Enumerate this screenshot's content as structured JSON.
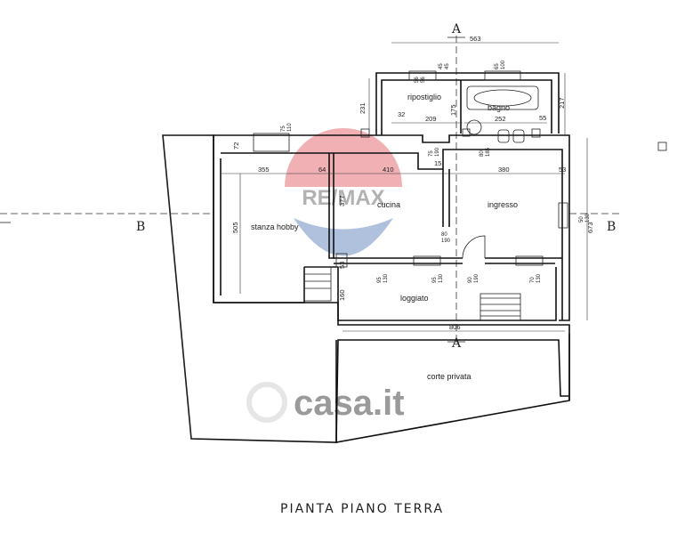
{
  "sheet": {
    "title": "PIANTA PIANO TERRA",
    "section_labels": {
      "a_top": "A",
      "a_bottom": "A",
      "b_left": "B",
      "b_right": "B"
    }
  },
  "rooms": {
    "ripostiglio": "ripostiglio",
    "bagno": "bagno",
    "cucina": "cucina",
    "ingresso": "ingresso",
    "stanza_hobby": "stanza hobby",
    "loggiato": "loggiato",
    "corte_privata": "corte privata"
  },
  "dimensions": {
    "top_overall": "563",
    "rip_width": "209",
    "bagno_width": "252",
    "h231": "231",
    "h217": "217",
    "d32": "32",
    "d175": "175",
    "d55": "55",
    "d72": "72",
    "d355": "355",
    "d64": "64",
    "d410": "410",
    "d15": "15",
    "d380": "380",
    "d53a": "53",
    "d377": "377",
    "d505": "505",
    "d673": "673",
    "d53b": "53",
    "d160": "160",
    "d806": "806"
  },
  "openings": {
    "o1": "56\n56",
    "o2": "45\n45",
    "o3": "65\n100",
    "o4": "75\n110",
    "o5": "75\n190",
    "o6": "80\n185",
    "o7": "80\n190",
    "o8": "95\n130",
    "o9": "95\n130",
    "o10": "90\n190",
    "o11": "70\n130",
    "o12": "50\n130"
  },
  "watermarks": {
    "remax": "RE/MAX",
    "casa": "casa.it"
  },
  "colors": {
    "lines": "#111111",
    "remax_red": "#d9212c",
    "remax_blue": "#1b4c9e",
    "watermark_gray": "#c8c8c8"
  }
}
